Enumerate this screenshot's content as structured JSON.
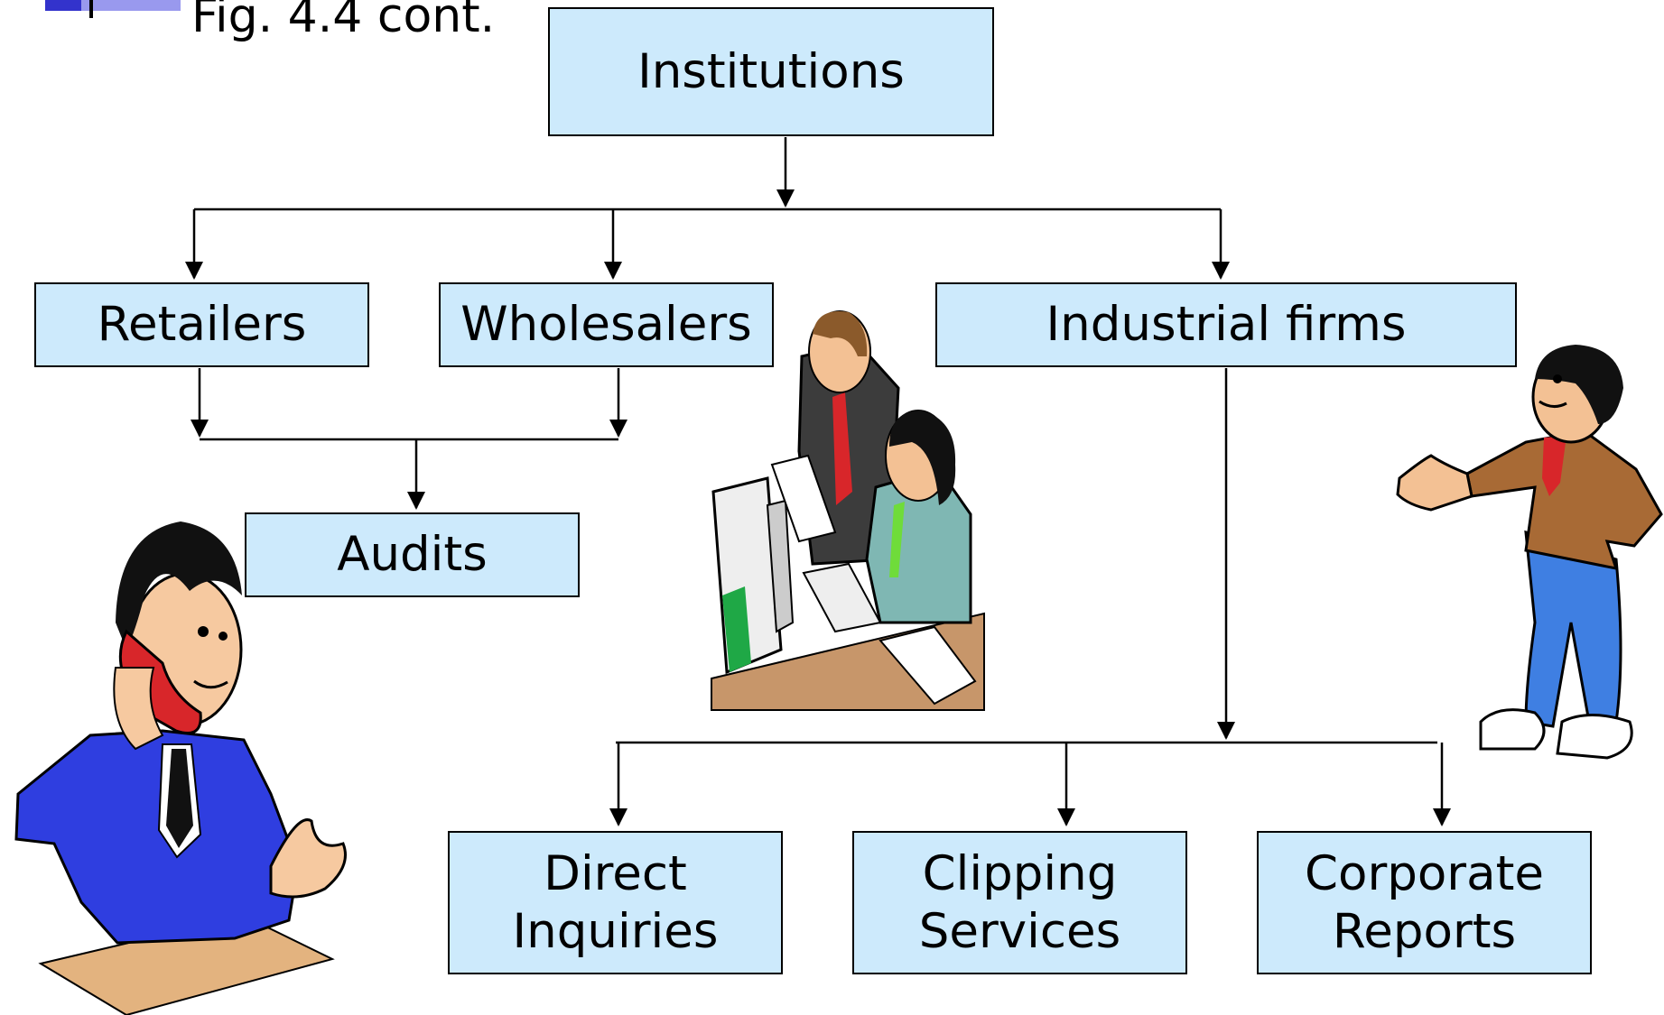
{
  "figure": {
    "title": "Fig. 4.4 cont."
  },
  "nodes": {
    "institutions": "Institutions",
    "retailers": "Retailers",
    "wholesalers": "Wholesalers",
    "industrial_firms": "Industrial firms",
    "audits": "Audits",
    "direct_inquiries": [
      "Direct",
      "Inquiries"
    ],
    "clipping_services": [
      "Clipping",
      "Services"
    ],
    "corporate_reports": [
      "Corporate",
      "Reports"
    ]
  },
  "colors": {
    "box_fill": "#cdeafc",
    "line": "#000000"
  },
  "icons": [
    "man-on-phone-clipart",
    "office-workers-at-computer-clipart",
    "man-gesturing-clipart"
  ]
}
